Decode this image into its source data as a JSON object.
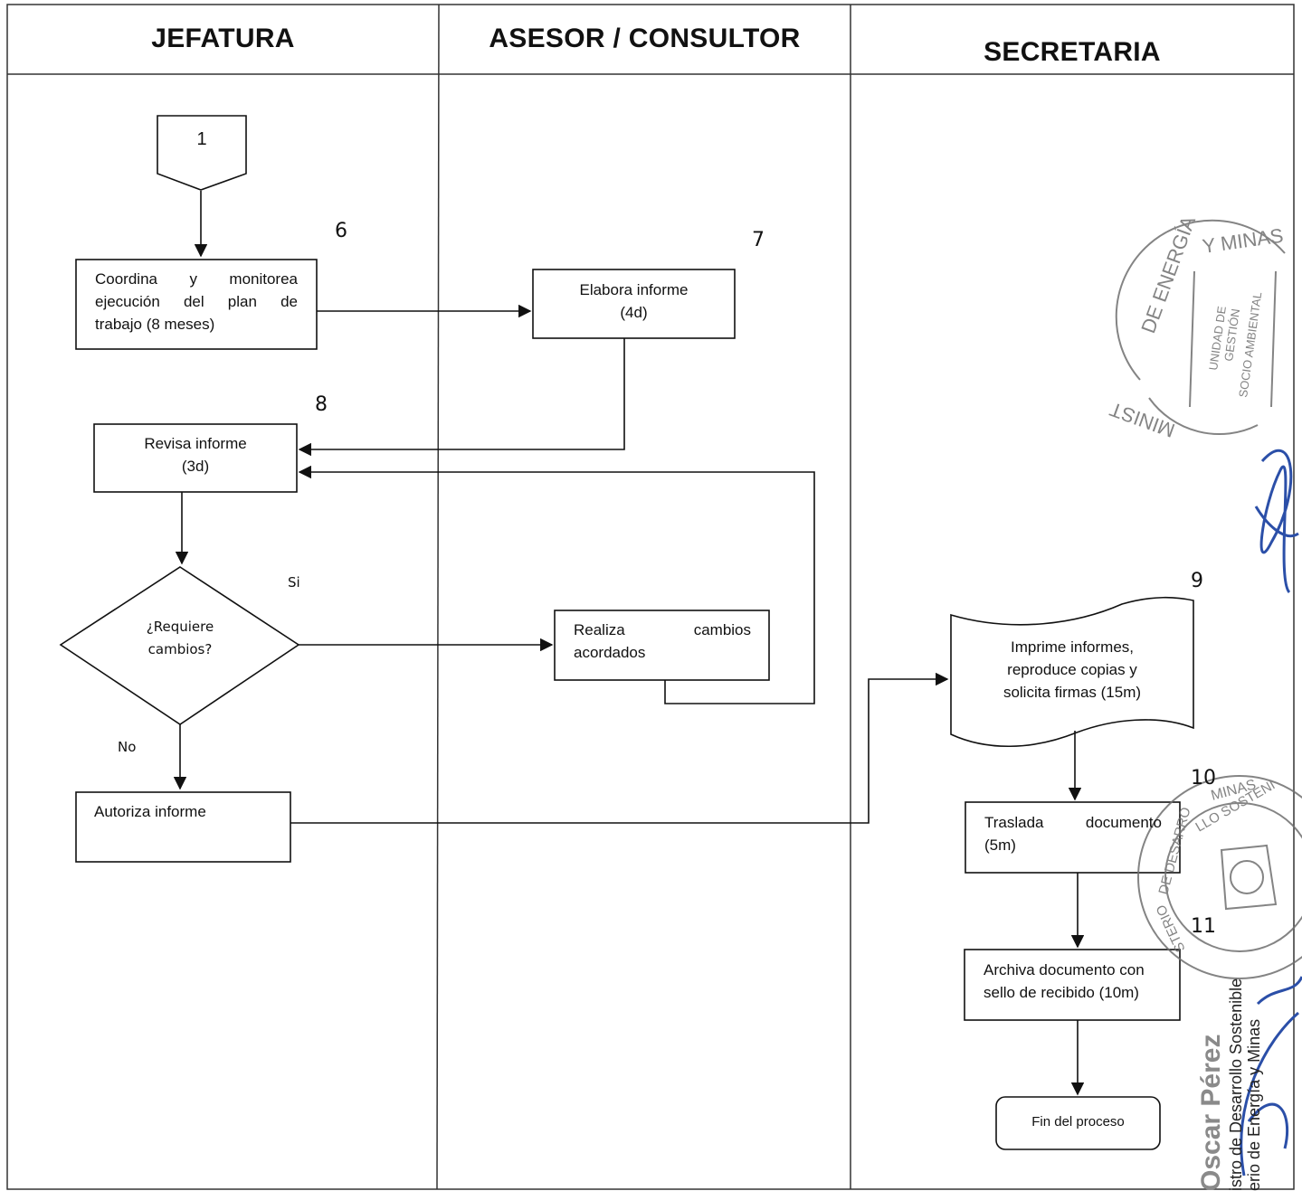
{
  "lanes": {
    "jefatura": "JEFATURA",
    "asesor": "ASESOR / CONSULTOR",
    "secretaria": "SECRETARIA"
  },
  "connector": {
    "label": "1"
  },
  "steps": {
    "s6": {
      "number": "6",
      "line1": "Coordina   y   monitorea",
      "line2": "ejecución   del   plan   de",
      "line3": "trabajo (8 meses)"
    },
    "s7": {
      "number": "7",
      "line1": "Elabora informe",
      "line2": "(4d)"
    },
    "s8": {
      "number": "8",
      "line1": "Revisa informe",
      "line2": "(3d)"
    },
    "decision": {
      "line1": "¿Requiere",
      "line2": "cambios?",
      "yes_label": "Si",
      "no_label": "No"
    },
    "changes": {
      "line1": "Realiza        cambios",
      "line2": "acordados"
    },
    "authorize": {
      "line1": "Autoriza informe"
    },
    "s9": {
      "number": "9",
      "line1": "Imprime informes,",
      "line2": "reproduce copias y",
      "line3": "solicita firmas (15m)"
    },
    "s10": {
      "number": "10",
      "line1": "Traslada        documento",
      "line2": "(5m)"
    },
    "s11": {
      "number": "11",
      "line1": "Archiva documento con",
      "line2": "sello de recibido (10m)"
    },
    "end": {
      "label": "Fin del proceso"
    }
  },
  "stamps": {
    "ministry_seal": "MINISTERIO DE ENERGÍA Y MINAS — UNIDAD DE GESTIÓN SOCIO AMBIENTAL",
    "vice_seal": "VICEMINISTERIO DE DESARROLLO SOSTENIBLE — MINISTERIO DE ENERGÍA Y MINAS",
    "signer_name": "Oscar Pérez",
    "signer_role_1": "istro de Desarrollo Sostenible",
    "signer_role_2": "erio de Energía y Minas"
  },
  "colors": {
    "ink": "#111111",
    "stamp_gray": "#6f6f6f",
    "signature_blue": "#2b4fa8"
  }
}
